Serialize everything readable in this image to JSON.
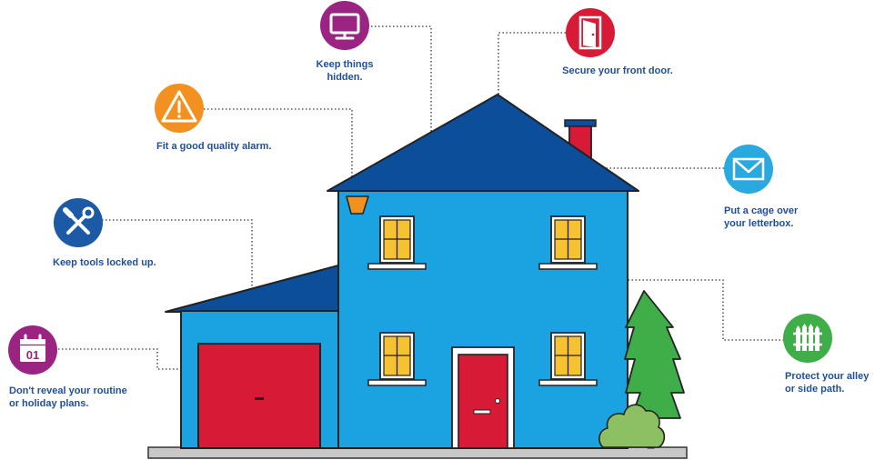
{
  "colors": {
    "house": "#1aa3e0",
    "roof": "#0c4e9a",
    "red": "#d71a35",
    "window": "#f5c232",
    "tree": "#3fae49",
    "bush": "#8dc063",
    "ground": "#c8c8c8",
    "purple": "#9b2482",
    "orange": "#f39120",
    "toolsBlue": "#1c5aa6",
    "letterBlue": "#2aa8e0",
    "green": "#3fae49",
    "text": "#1f4e9c"
  },
  "tips": [
    {
      "icon": "monitor-icon",
      "lines": [
        "Keep things hidden."
      ]
    },
    {
      "icon": "door-icon",
      "lines": [
        "Secure your front door."
      ]
    },
    {
      "icon": "alarm-icon",
      "lines": [
        "Fit a good quality alarm."
      ]
    },
    {
      "icon": "envelope-icon",
      "lines": [
        "Put a cage over",
        "your letterbox."
      ]
    },
    {
      "icon": "tools-icon",
      "lines": [
        "Keep tools locked up."
      ]
    },
    {
      "icon": "fence-icon",
      "lines": [
        "Protect your alley",
        "or side path."
      ]
    },
    {
      "icon": "calendar-icon",
      "lines": [
        "Don't reveal your routine",
        "or holiday plans."
      ]
    }
  ],
  "calendar_day": "01"
}
